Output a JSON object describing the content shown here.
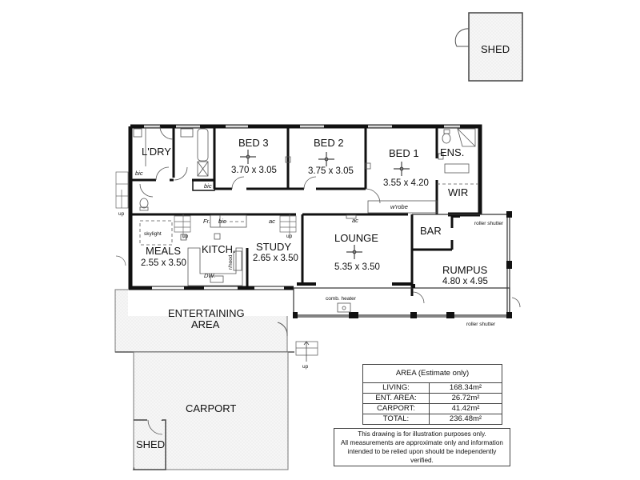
{
  "plan": {
    "rooms": {
      "laundry": {
        "label": "L'DRY"
      },
      "bed3": {
        "label": "BED 3",
        "dims": "3.70 x 3.05"
      },
      "bed2": {
        "label": "BED 2",
        "dims": "3.75 x 3.05"
      },
      "bed1": {
        "label": "BED 1",
        "dims": "3.55 x 4.20"
      },
      "ensuite": {
        "label": "ENS."
      },
      "wir": {
        "label": "WIR"
      },
      "meals": {
        "label": "MEALS",
        "dims": "2.55 x 3.50"
      },
      "kitchen": {
        "label": "KITCH."
      },
      "study": {
        "label": "STUDY",
        "dims": "2.65 x 3.50"
      },
      "lounge": {
        "label": "LOUNGE",
        "dims": "5.35 x 3.50"
      },
      "bar": {
        "label": "BAR"
      },
      "rumpus": {
        "label": "RUMPUS",
        "dims": "4.80 x 4.95"
      },
      "entertaining": {
        "label_line1": "ENTERTAINING",
        "label_line2": "AREA"
      },
      "carport": {
        "label": "CARPORT"
      },
      "shed_small": {
        "label": "SHED"
      },
      "shed_detached": {
        "label": "SHED"
      }
    },
    "annotations": {
      "bic_laundry": "bic",
      "bic_hall": "bic",
      "bic_kitchen": "bic",
      "fridge": "Fr.",
      "wardrobe": "w'robe",
      "ac_study": "ac",
      "ac_lounge": "ac",
      "skylight": "skylight",
      "rhood": "r/hood",
      "dishwasher": "DW.",
      "heater": "comb. heater",
      "roller_shutter_top": "roller shutter",
      "roller_shutter_bottom": "roller shutter",
      "up_left": "up",
      "up_meals": "up",
      "up_study": "up",
      "up_ent": "up"
    }
  },
  "area_table": {
    "title": "AREA (Estimate only)",
    "rows": [
      {
        "label": "LIVING:",
        "value": "168.34m²"
      },
      {
        "label": "ENT. AREA:",
        "value": "26.72m²"
      },
      {
        "label": "CARPORT:",
        "value": "41.42m²"
      },
      {
        "label": "TOTAL:",
        "value": "236.48m²"
      }
    ]
  },
  "disclaimer": {
    "line1": "This drawing is for illustration purposes only.",
    "line2": "All measurements are approximate only and information",
    "line3": "intended to be relied upon should be independently verified."
  },
  "colors": {
    "wall": "#111111",
    "thin_line": "#555555",
    "hatch_fill": "#f2f2f2"
  }
}
